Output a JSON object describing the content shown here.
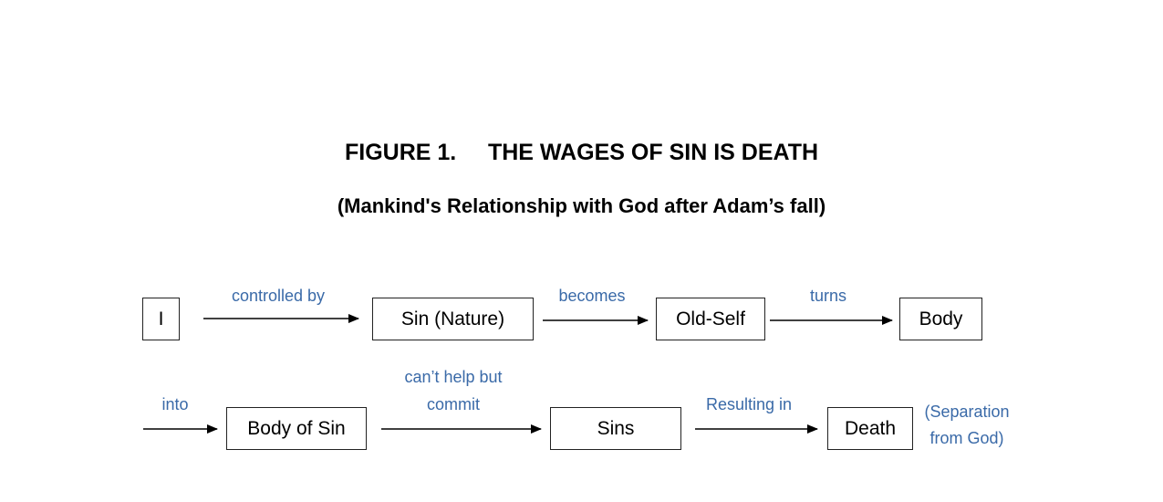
{
  "title": "FIGURE 1.     THE WAGES OF SIN IS DEATH",
  "subtitle": "(Mankind's Relationship with God after Adam’s fall)",
  "nodes": {
    "i": "I",
    "sin_nature": "Sin (Nature)",
    "old_self": "Old-Self",
    "body": "Body",
    "body_of_sin": "Body of Sin",
    "sins": "Sins",
    "death": "Death"
  },
  "edges": {
    "controlled_by": "controlled by",
    "becomes": "becomes",
    "turns": "turns",
    "into": "into",
    "cant_help_line1": "can’t help but",
    "cant_help_line2": "commit",
    "resulting_in": "Resulting in"
  },
  "note": {
    "line1": "(Separation",
    "line2": "from God)"
  },
  "colors": {
    "label": "#3a6aa8",
    "box_border": "#222222",
    "text": "#000000"
  }
}
